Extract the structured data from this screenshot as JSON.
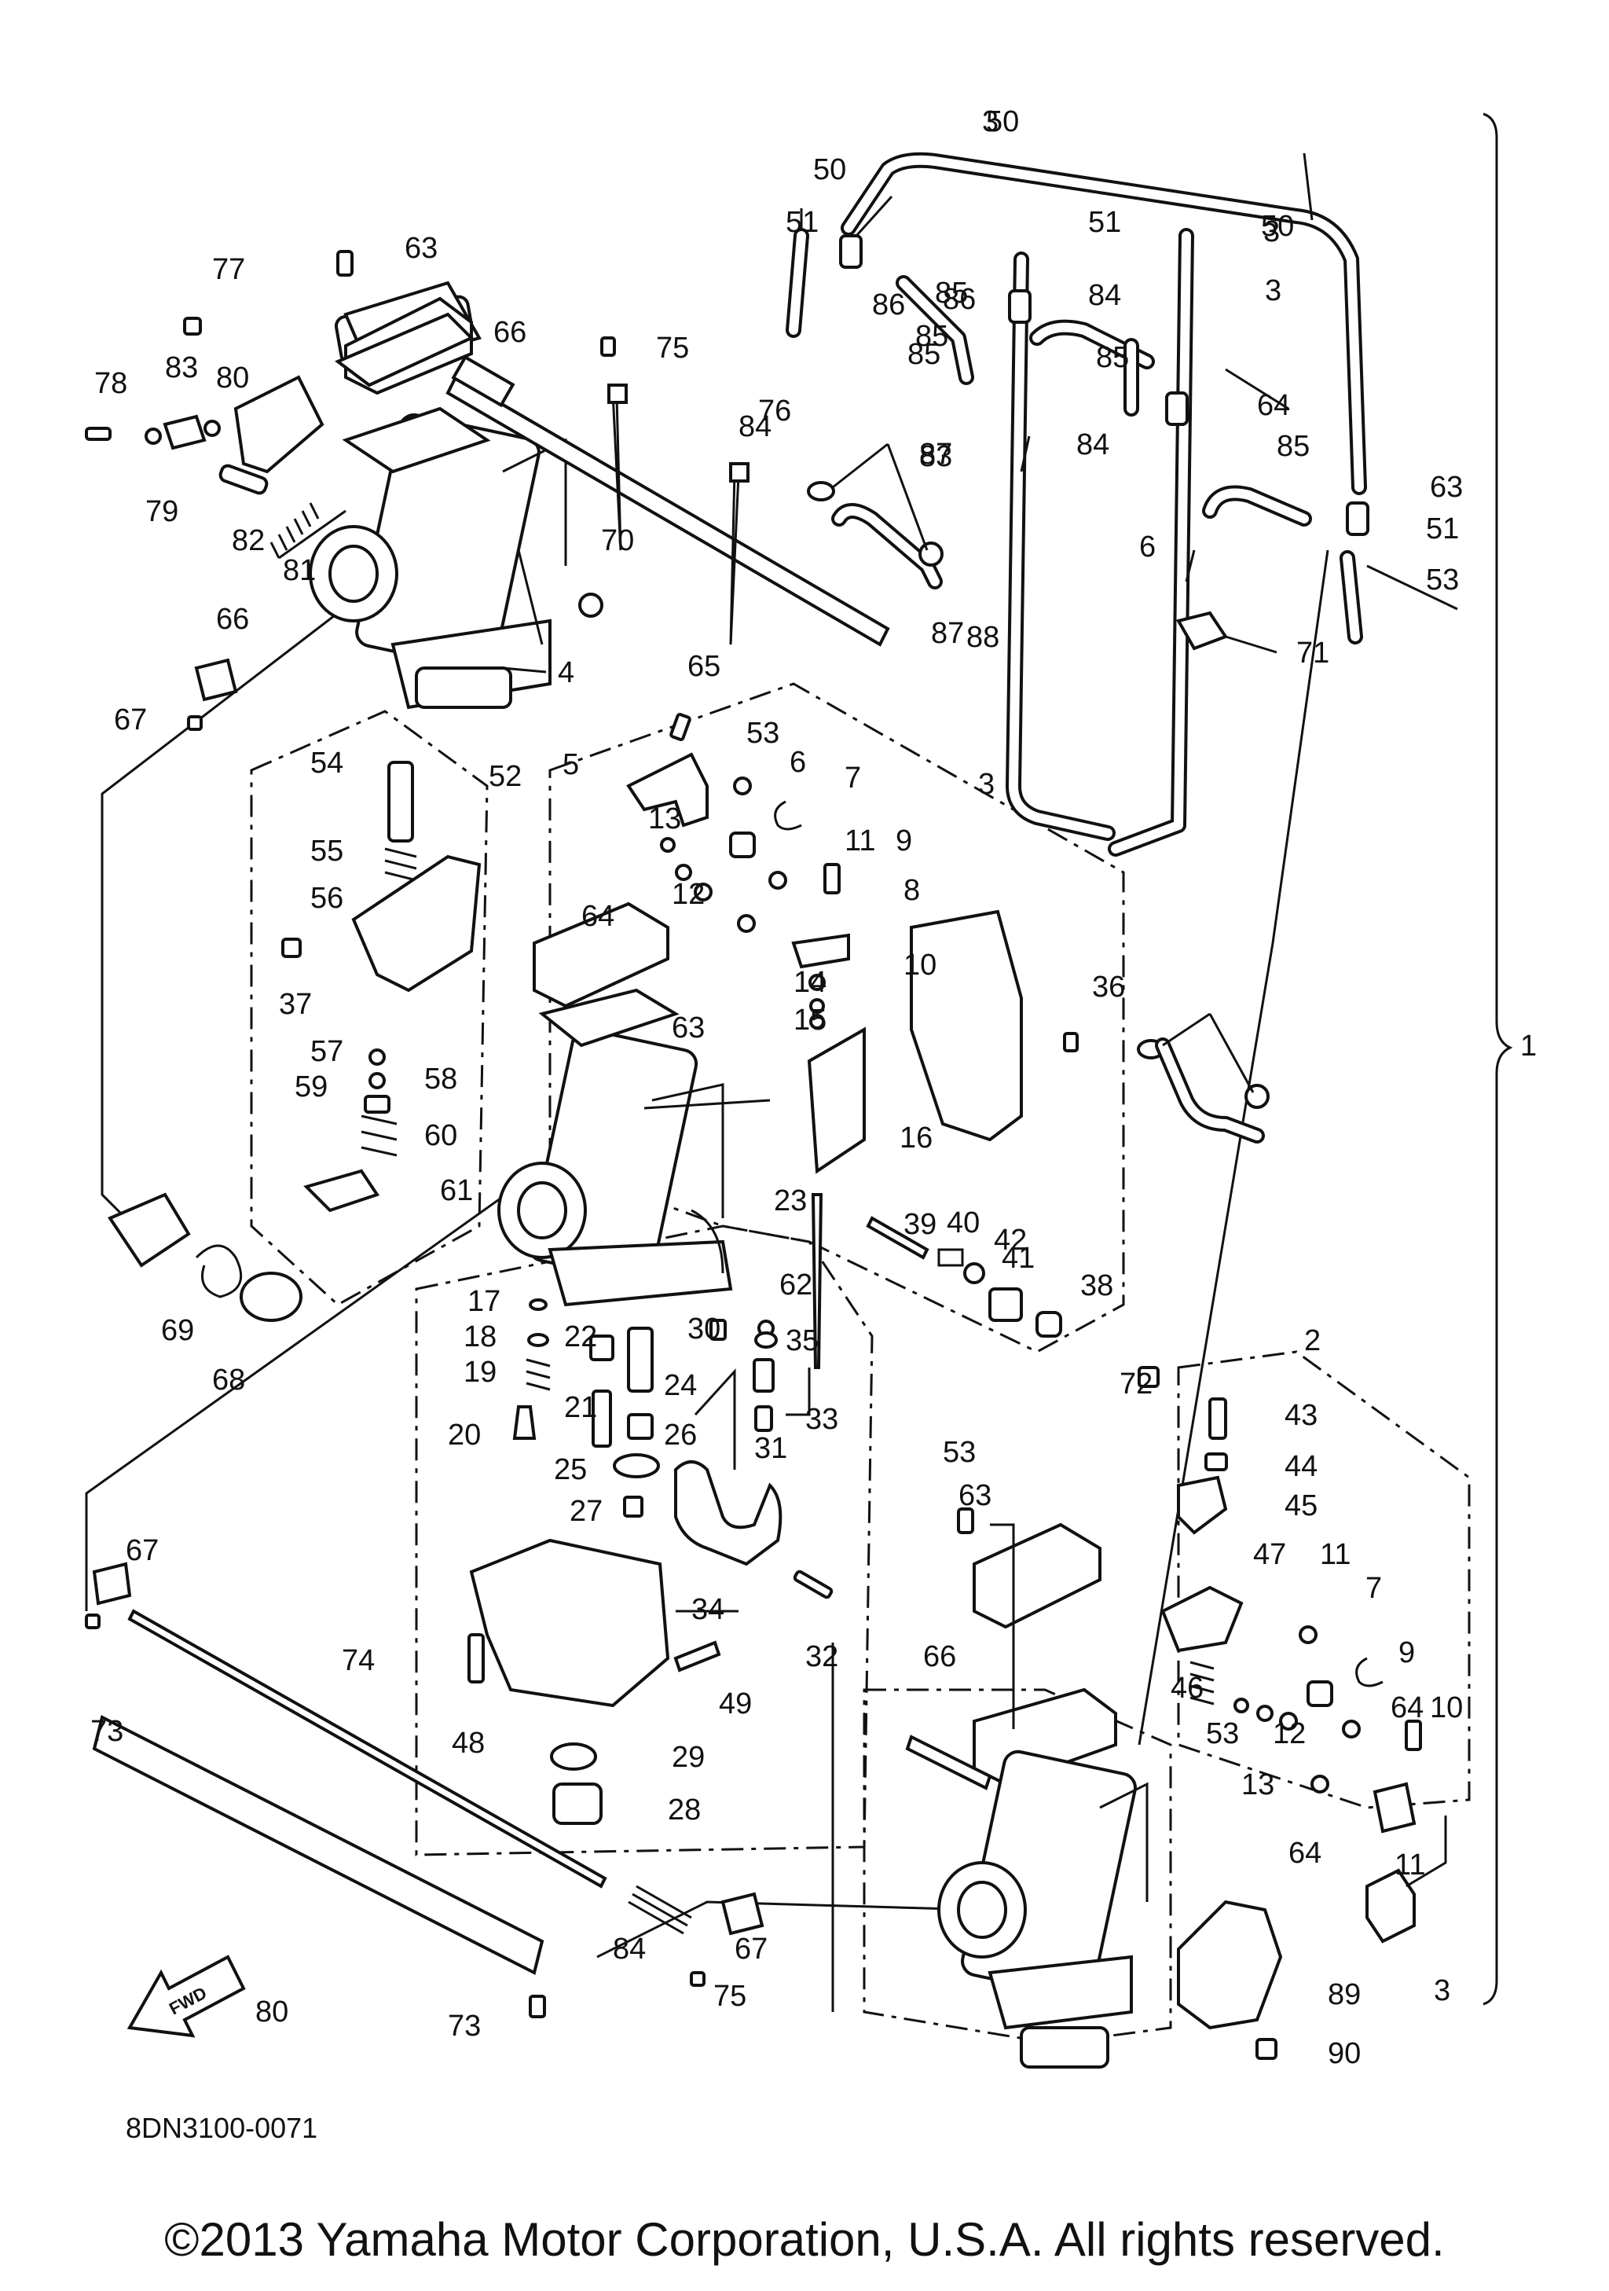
{
  "diagram": {
    "reference_code": "8DN3100-0071",
    "fwd_label": "FWD",
    "copyright": "©2013 Yamaha Motor Corporation, U.S.A. All rights reserved.",
    "callouts": [
      {
        "label": "1"
      },
      {
        "label": "2"
      },
      {
        "label": "3"
      },
      {
        "label": "4"
      },
      {
        "label": "5"
      },
      {
        "label": "6"
      },
      {
        "label": "7"
      },
      {
        "label": "8"
      },
      {
        "label": "9"
      },
      {
        "label": "10"
      },
      {
        "label": "11"
      },
      {
        "label": "12"
      },
      {
        "label": "13"
      },
      {
        "label": "14"
      },
      {
        "label": "15"
      },
      {
        "label": "16"
      },
      {
        "label": "17"
      },
      {
        "label": "18"
      },
      {
        "label": "19"
      },
      {
        "label": "20"
      },
      {
        "label": "21"
      },
      {
        "label": "22"
      },
      {
        "label": "23"
      },
      {
        "label": "24"
      },
      {
        "label": "25"
      },
      {
        "label": "26"
      },
      {
        "label": "27"
      },
      {
        "label": "28"
      },
      {
        "label": "29"
      },
      {
        "label": "30"
      },
      {
        "label": "31"
      },
      {
        "label": "32"
      },
      {
        "label": "33"
      },
      {
        "label": "34"
      },
      {
        "label": "35"
      },
      {
        "label": "36"
      },
      {
        "label": "37"
      },
      {
        "label": "38"
      },
      {
        "label": "39"
      },
      {
        "label": "40"
      },
      {
        "label": "41"
      },
      {
        "label": "42"
      },
      {
        "label": "43"
      },
      {
        "label": "44"
      },
      {
        "label": "45"
      },
      {
        "label": "46"
      },
      {
        "label": "47"
      },
      {
        "label": "48"
      },
      {
        "label": "49"
      },
      {
        "label": "50"
      },
      {
        "label": "51"
      },
      {
        "label": "52"
      },
      {
        "label": "53"
      },
      {
        "label": "54"
      },
      {
        "label": "55"
      },
      {
        "label": "56"
      },
      {
        "label": "57"
      },
      {
        "label": "58"
      },
      {
        "label": "59"
      },
      {
        "label": "60"
      },
      {
        "label": "61"
      },
      {
        "label": "62"
      },
      {
        "label": "63"
      },
      {
        "label": "64"
      },
      {
        "label": "65"
      },
      {
        "label": "66"
      },
      {
        "label": "67"
      },
      {
        "label": "68"
      },
      {
        "label": "69"
      },
      {
        "label": "70"
      },
      {
        "label": "71"
      },
      {
        "label": "72"
      },
      {
        "label": "73"
      },
      {
        "label": "74"
      },
      {
        "label": "75"
      },
      {
        "label": "76"
      },
      {
        "label": "77"
      },
      {
        "label": "78"
      },
      {
        "label": "79"
      },
      {
        "label": "80"
      },
      {
        "label": "81"
      },
      {
        "label": "82"
      },
      {
        "label": "83"
      },
      {
        "label": "84"
      },
      {
        "label": "85"
      },
      {
        "label": "86"
      },
      {
        "label": "87"
      },
      {
        "label": "88"
      },
      {
        "label": "89"
      },
      {
        "label": "90"
      },
      {
        "label": "3"
      },
      {
        "label": "50"
      },
      {
        "label": "3"
      },
      {
        "label": "51"
      },
      {
        "label": "3"
      },
      {
        "label": "50"
      },
      {
        "label": "3"
      },
      {
        "label": "51"
      },
      {
        "label": "53"
      },
      {
        "label": "11"
      },
      {
        "label": "64"
      },
      {
        "label": "63"
      },
      {
        "label": "66"
      },
      {
        "label": "67"
      },
      {
        "label": "73"
      },
      {
        "label": "80"
      },
      {
        "label": "84"
      },
      {
        "label": "85"
      },
      {
        "label": "86"
      },
      {
        "label": "87"
      },
      {
        "label": "83"
      },
      {
        "label": "6"
      },
      {
        "label": "7"
      },
      {
        "label": "9"
      },
      {
        "label": "10"
      },
      {
        "label": "11"
      },
      {
        "label": "12"
      },
      {
        "label": "13"
      },
      {
        "label": "53"
      },
      {
        "label": "64"
      },
      {
        "label": "63"
      },
      {
        "label": "66"
      },
      {
        "label": "67"
      },
      {
        "label": "75"
      },
      {
        "label": "84"
      },
      {
        "label": "85"
      },
      {
        "label": "85"
      },
      {
        "label": "84"
      },
      {
        "label": "85"
      },
      {
        "label": "64"
      },
      {
        "label": "63"
      },
      {
        "label": "53"
      }
    ]
  }
}
